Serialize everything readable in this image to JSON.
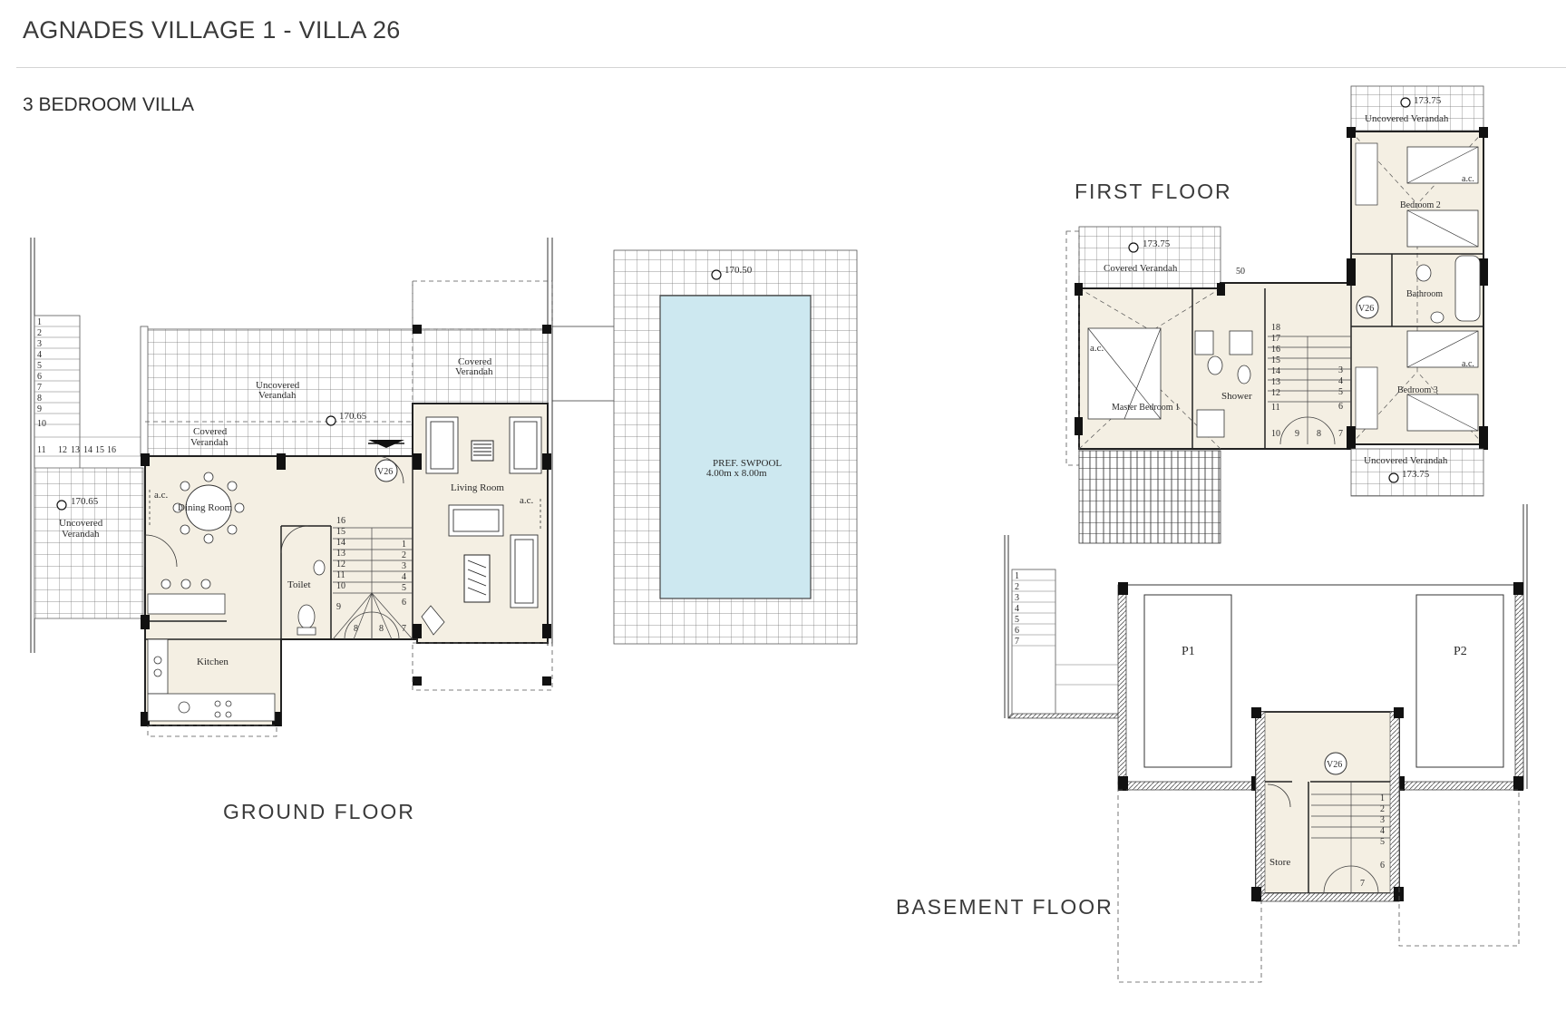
{
  "header": {
    "title": "AGNADES VILLAGE 1 - VILLA 26",
    "subtitle": "3 BEDROOM VILLA"
  },
  "colors": {
    "floor_fill": "#f4efe3",
    "pool_fill": "#cde8f0",
    "wall": "#1a1a1a",
    "tile_line": "#6f6f6f"
  },
  "ground_floor": {
    "label": "GROUND FLOOR",
    "villa_tag": "V26",
    "rooms": {
      "dining_room": "Dining Room",
      "toilet": "Toilet",
      "kitchen": "Kitchen",
      "living_room": "Living Room",
      "covered_verandah_1": "Covered",
      "covered_verandah_2": "Verandah",
      "covered_verandah_top_1": "Covered",
      "covered_verandah_top_2": "Verandah",
      "uncovered_verandah_top_1": "Uncovered",
      "uncovered_verandah_top_2": "Verandah",
      "uncovered_verandah_left_1": "Uncovered",
      "uncovered_verandah_left_2": "Verandah",
      "ac_dining": "a.c.",
      "ac_living": "a.c."
    },
    "levels": {
      "terrace": "170.65",
      "left_terrace": "170.65",
      "pool_deck": "170.50"
    },
    "pool": {
      "line1": "PREF. SWPOOL",
      "line2": "4.00m  x  8.00m"
    },
    "outdoor_stair_steps": [
      "1",
      "2",
      "3",
      "4",
      "5",
      "6",
      "7",
      "8",
      "9",
      "10"
    ],
    "outdoor_stair_bottom": [
      "11",
      "12",
      "13",
      "14",
      "15",
      "16"
    ],
    "indoor_stair_left": [
      "16",
      "15",
      "14",
      "13",
      "12",
      "11",
      "10",
      "9"
    ],
    "indoor_stair_right": [
      "1",
      "2",
      "3",
      "4",
      "5",
      "6"
    ],
    "indoor_stair_bottom": [
      "8",
      "8",
      "7"
    ]
  },
  "first_floor": {
    "label": "FIRST FLOOR",
    "villa_tag": "V26",
    "rooms": {
      "uncovered_verandah_top": "Uncovered  Verandah",
      "covered_verandah": "Covered  Verandah",
      "master_bedroom": "Master Bedroom  1",
      "shower": "Shower",
      "bedroom2": "Bedroom  2",
      "bathroom": "Bathroom",
      "bedroom3": "Bedroom  3",
      "uncovered_verandah_bottom": "Uncovered  Verandah",
      "ac_master": "a.c.",
      "ac_b2": "a.c.",
      "ac_b3": "a.c."
    },
    "levels": {
      "top": "173.75",
      "covered": "173.75",
      "bottom": "173.75",
      "step": "50"
    },
    "stair_left": [
      "18",
      "17",
      "16",
      "15",
      "14",
      "13",
      "12",
      "11"
    ],
    "stair_bottom": [
      "10",
      "9",
      "8",
      "7"
    ],
    "stair_right": [
      "3",
      "4",
      "5",
      "6"
    ]
  },
  "basement_floor": {
    "label": "BASEMENT FLOOR",
    "villa_tag": "V26",
    "parking": [
      "P1",
      "P2"
    ],
    "store": "Store",
    "outdoor_stair": [
      "1",
      "2",
      "3",
      "4",
      "5",
      "6",
      "7"
    ],
    "indoor_stair": [
      "1",
      "2",
      "3",
      "4",
      "5",
      "6",
      "7"
    ]
  }
}
